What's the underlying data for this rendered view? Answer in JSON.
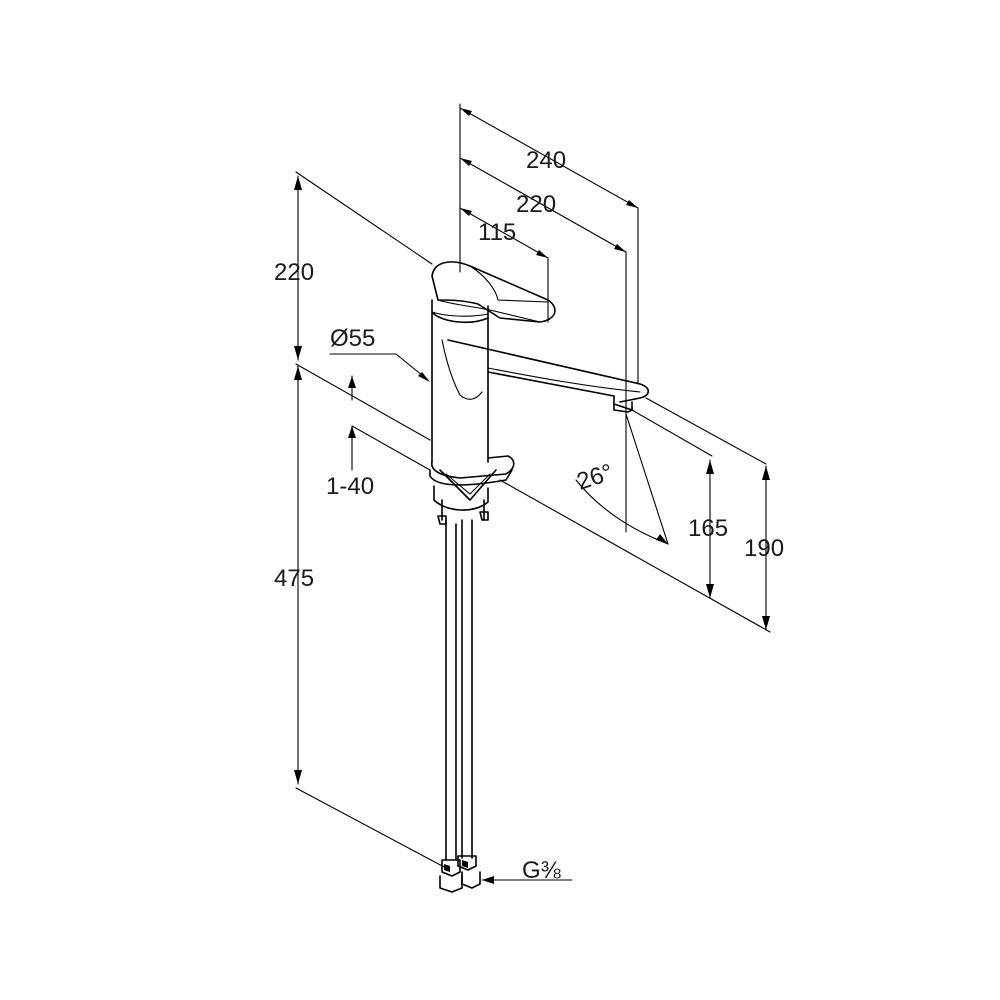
{
  "diagram": {
    "dimensions": {
      "spout_reach_total": "240",
      "spout_reach": "220",
      "lever_reach": "115",
      "overall_height": "220",
      "body_diameter": "Ø55",
      "deck_thickness": "1-40",
      "hose_length": "475",
      "swivel_angle": "26°",
      "outlet_height": "165",
      "top_height": "190",
      "connection_thread": "G⅜"
    }
  }
}
